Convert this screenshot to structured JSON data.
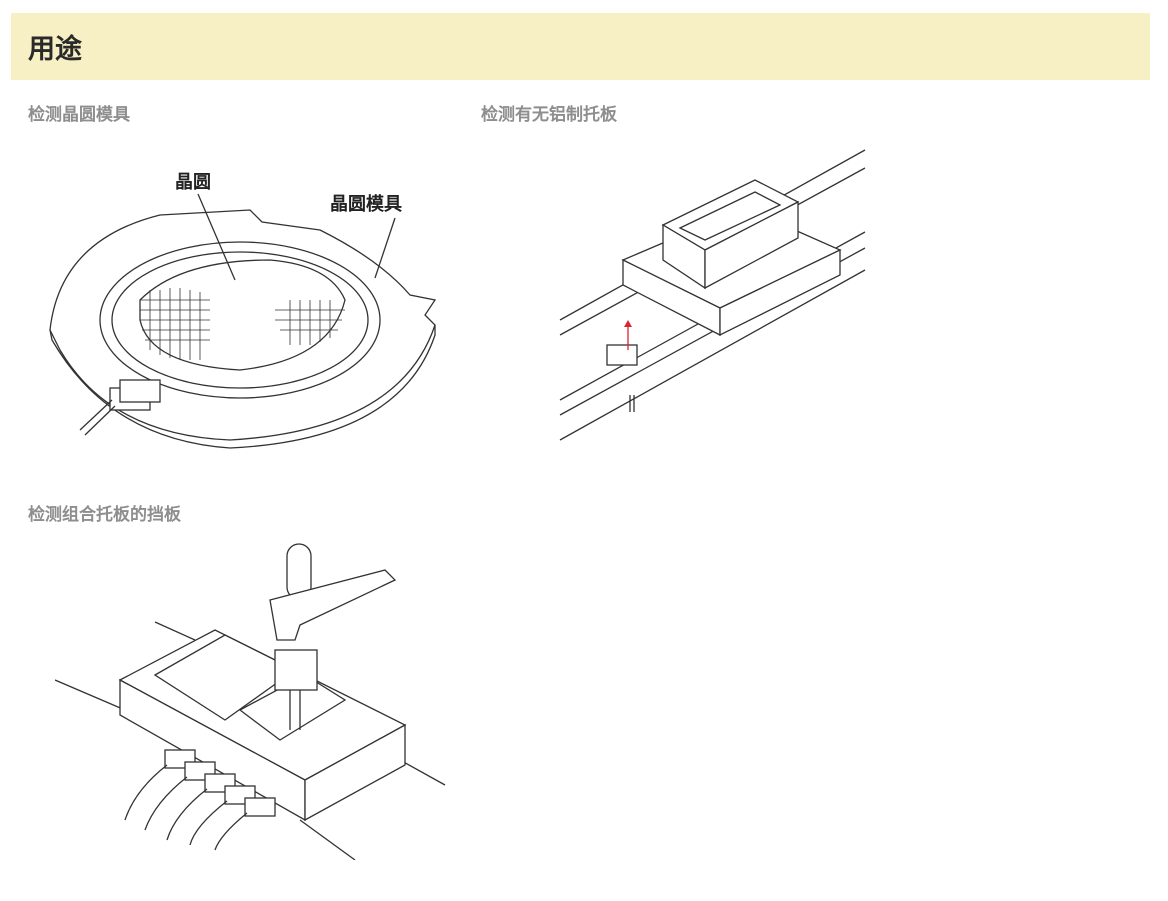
{
  "header": {
    "title": "用途"
  },
  "applications": [
    {
      "label": "检测晶圆模具",
      "callouts": [
        "晶圆",
        "晶圆模具"
      ]
    },
    {
      "label": "检测有无铝制托板"
    },
    {
      "label": "检测组合托板的挡板"
    }
  ]
}
